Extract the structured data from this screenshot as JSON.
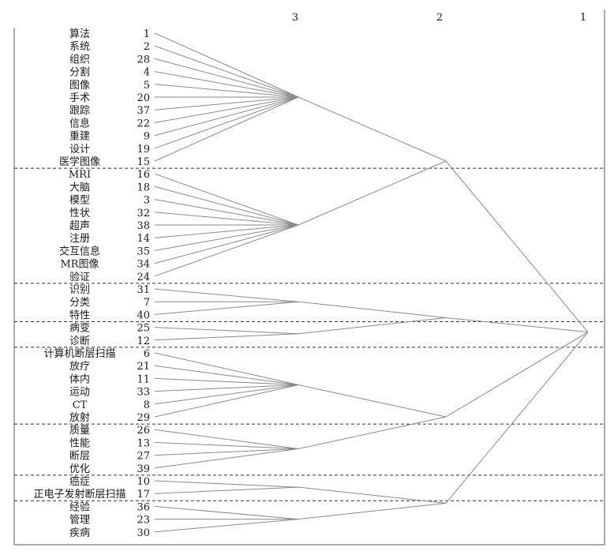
{
  "level_labels": [
    "3",
    "2",
    "1"
  ],
  "items": [
    {
      "term": "算法",
      "id": "1"
    },
    {
      "term": "系统",
      "id": "2"
    },
    {
      "term": "组织",
      "id": "28"
    },
    {
      "term": "分割",
      "id": "4"
    },
    {
      "term": "图像",
      "id": "5"
    },
    {
      "term": "手术",
      "id": "20"
    },
    {
      "term": "跟踪",
      "id": "37"
    },
    {
      "term": "信息",
      "id": "22"
    },
    {
      "term": "重建",
      "id": "9"
    },
    {
      "term": "设计",
      "id": "19"
    },
    {
      "term": "医学图像",
      "id": "15"
    },
    {
      "term": "MRI",
      "id": "16"
    },
    {
      "term": "大脑",
      "id": "18"
    },
    {
      "term": "模型",
      "id": "3"
    },
    {
      "term": "性状",
      "id": "32"
    },
    {
      "term": "超声",
      "id": "38"
    },
    {
      "term": "注册",
      "id": "14"
    },
    {
      "term": "交互信息",
      "id": "35"
    },
    {
      "term": "MR图像",
      "id": "34"
    },
    {
      "term": "验证",
      "id": "24"
    },
    {
      "term": "识别",
      "id": "31"
    },
    {
      "term": "分类",
      "id": "7"
    },
    {
      "term": "特性",
      "id": "40"
    },
    {
      "term": "病变",
      "id": "25"
    },
    {
      "term": "诊断",
      "id": "12"
    },
    {
      "term": "计算机断层扫描",
      "id": "6"
    },
    {
      "term": "放疗",
      "id": "21"
    },
    {
      "term": "体内",
      "id": "11"
    },
    {
      "term": "运动",
      "id": "33"
    },
    {
      "term": "CT",
      "id": "8"
    },
    {
      "term": "放射",
      "id": "29"
    },
    {
      "term": "质量",
      "id": "26"
    },
    {
      "term": "性能",
      "id": "13"
    },
    {
      "term": "断层",
      "id": "27"
    },
    {
      "term": "优化",
      "id": "39"
    },
    {
      "term": "癌症",
      "id": "10"
    },
    {
      "term": "正电子发射断层扫描",
      "id": "17"
    },
    {
      "term": "经验",
      "id": "36"
    },
    {
      "term": "管理",
      "id": "23"
    },
    {
      "term": "疾病",
      "id": "30"
    }
  ],
  "clusters_level3": [
    {
      "members": [
        0,
        1,
        2,
        3,
        4,
        5,
        6,
        7,
        8,
        9,
        10
      ]
    },
    {
      "members": [
        11,
        12,
        13,
        14,
        15,
        16,
        17,
        18,
        19
      ]
    },
    {
      "members": [
        20,
        21,
        22
      ]
    },
    {
      "members": [
        23,
        24
      ]
    },
    {
      "members": [
        25,
        26,
        27,
        28,
        29,
        30
      ]
    },
    {
      "members": [
        31,
        32,
        33,
        34
      ]
    },
    {
      "members": [
        35,
        36
      ]
    },
    {
      "members": [
        37,
        38,
        39
      ]
    }
  ],
  "clusters_level2": [
    {
      "members": [
        0,
        1
      ]
    },
    {
      "members": [
        2,
        3
      ]
    },
    {
      "members": [
        4,
        5
      ]
    },
    {
      "members": [
        6,
        7
      ]
    }
  ],
  "colors": {
    "line": "#8a8a8a",
    "dash": "#333333",
    "frame": "#555555",
    "text": "#1a1a1a"
  }
}
